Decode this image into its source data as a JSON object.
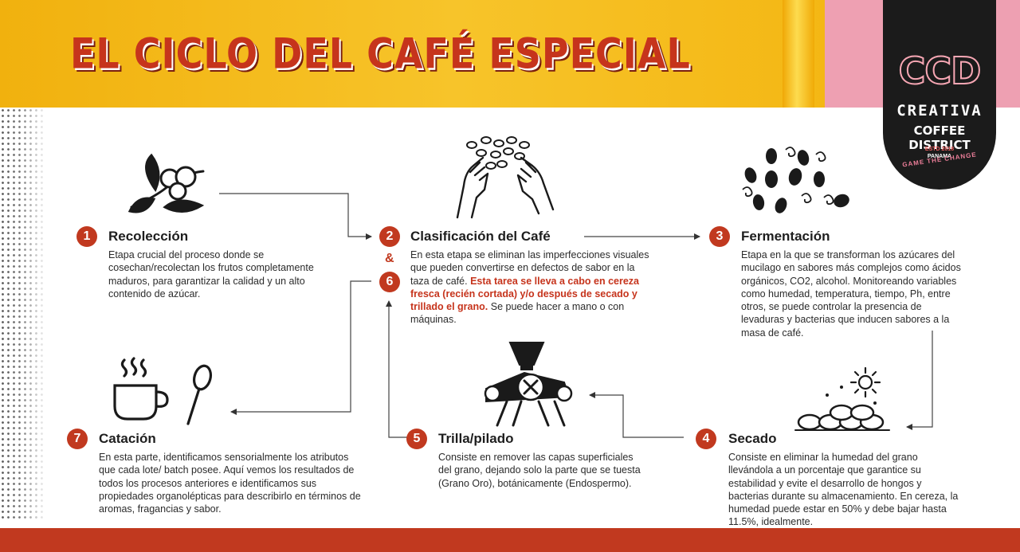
{
  "title": "EL CICLO DEL CAFÉ ESPECIAL",
  "brand": {
    "logo_letters": "CCD",
    "name_line1": "CREATIVA",
    "name_line2": "COFFEE DISTRICT",
    "established": "ESTD 2018",
    "location": "PANAMA",
    "slogan": "GAME THE CHANGE"
  },
  "colors": {
    "accent": "#c1391f",
    "header_yellow": "#f6bd1b",
    "pink": "#eea0b2",
    "badge": "#1b1b1b"
  },
  "steps": [
    {
      "number": "1",
      "title": "Recolección",
      "icon": "coffee-cherry-branch-icon",
      "description": "Etapa crucial del proceso donde se cosechan/recolectan los frutos completamente maduros, para garantizar la calidad y un alto contenido de azúcar."
    },
    {
      "number": "2",
      "secondary_number": "6",
      "ampersand": "&",
      "title": "Clasificación del Café",
      "icon": "hands-sorting-beans-icon",
      "description_start": "En esta etapa se eliminan las imperfecciones visuales que pueden convertirse en defectos de sabor en la taza de café.",
      "description_highlight": "Esta tarea se lleva a cabo en cereza fresca (recién cortada) y/o después de secado y trillado el grano.",
      "description_end": "Se puede hacer a mano o con máquinas."
    },
    {
      "number": "3",
      "title": "Fermentación",
      "icon": "fermenting-beans-icon",
      "description": "Etapa en la que se transforman los azúcares del mucilago en sabores más complejos como ácidos orgánicos, CO2, alcohol. Monitoreando variables como humedad, temperatura, tiempo, Ph, entre otros, se puede controlar la presencia de levaduras y bacterias que inducen sabores a la masa de café."
    },
    {
      "number": "4",
      "title": "Secado",
      "icon": "sun-drying-beans-icon",
      "description": "Consiste en eliminar la humedad del grano llevándola a un porcentaje que garantice su estabilidad y evite el desarrollo de hongos y bacterias durante su almacenamiento. En cereza, la humedad puede estar en 50% y debe bajar hasta 11.5%, idealmente."
    },
    {
      "number": "5",
      "title": "Trilla/pilado",
      "icon": "hulling-machine-icon",
      "description": "Consiste en remover las capas superficiales del grano, dejando solo la parte que se tuesta (Grano Oro), botánicamente (Endospermo)."
    },
    {
      "number": "7",
      "title": "Catación",
      "icon": "cupping-cup-spoon-icon",
      "description": "En esta parte, identificamos sensorialmente los atributos que cada lote/ batch posee. Aquí vemos los resultados de todos los procesos anteriores e identificamos sus propiedades organolépticas para describirlo en términos de aromas, fragancias y sabor."
    }
  ]
}
